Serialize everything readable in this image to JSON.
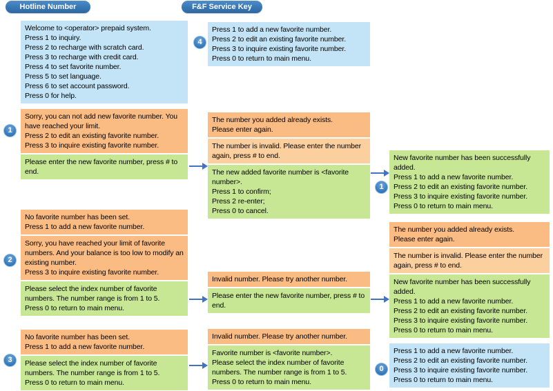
{
  "title": "F&F Service Key IVR flow diagram",
  "colors": {
    "background": "#ffffff",
    "header_bg": "#2E74B5",
    "header_text": "#ffffff",
    "blue_box": "#C3E4F6",
    "orange_box": "#FBBC83",
    "orange_box_light": "#FCCF9F",
    "green_box": "#C7E794",
    "badge": "#2E74B5",
    "arrow": "#4373C0",
    "text": "#000000"
  },
  "headers": {
    "hotline": "Hotline Number",
    "ff_service": "F&F Service Key"
  },
  "badges": {
    "left_1": "1",
    "left_2": "2",
    "left_3": "3",
    "mid_4": "4",
    "right_1": "1",
    "right_0": "0"
  },
  "boxes": {
    "welcome_menu": {
      "lines": [
        "Welcome to <operator> prepaid system.",
        "Press 1 to inquiry.",
        "Press 2 to recharge with scratch card.",
        "Press 3 to recharge with credit card.",
        "Press 4 to set favorite number.",
        "Press 5 to set language.",
        "Press 6 to set account password.",
        "Press 0 for help."
      ]
    },
    "b1_limit": {
      "lines": [
        "Sorry, you can not add new favorite number. You have reached your limit.",
        "Press 2 to edit an existing favorite number.",
        "Press 3 to inquire existing favorite number."
      ]
    },
    "b1_enter": {
      "lines": [
        "Please enter the new favorite number, press # to end."
      ]
    },
    "b2_no_favorite": {
      "lines": [
        "No favorite number has been set.",
        "Press 1 to add a new favorite number."
      ]
    },
    "b2_limit_balance": {
      "lines": [
        "Sorry, you have reached your limit of favorite numbers. And your balance is too low to modify an existing number.",
        "Press 3 to inquire existing favorite number."
      ]
    },
    "b2_select_index": {
      "lines": [
        "Please select the index number of favorite numbers. The number range is from 1 to 5.",
        "Press 0 to return to main menu."
      ]
    },
    "b3_no_favorite": {
      "lines": [
        "No favorite number has been set.",
        "Press 1 to add a new favorite number."
      ]
    },
    "b3_select_index": {
      "lines": [
        "Please select the index number of favorite numbers. The number range is from 1 to 5.",
        "Press 0 to return to main menu."
      ]
    },
    "ff_menu": {
      "lines": [
        "Press 1 to add a new favorite number.",
        "Press 2 to edit an existing favorite number.",
        "Press 3 to inquire existing favorite number.",
        "Press 0 to return to main menu."
      ]
    },
    "ff_exists": {
      "lines": [
        "The number you added already exists.",
        "Please enter again."
      ]
    },
    "ff_invalid": {
      "lines": [
        "The number is invalid. Please enter the number again, press # to end."
      ]
    },
    "ff_confirm": {
      "lines": [
        "The new added favorite number is <favorite number>.",
        "Press 1 to confirm;",
        "Press 2 re-enter;",
        "Press 0 to cancel."
      ]
    },
    "ff_invalid_try_1": {
      "lines": [
        "Invalid number. Please try another number."
      ]
    },
    "ff_enter": {
      "lines": [
        "Please enter the new favorite number, press # to end."
      ]
    },
    "ff_invalid_try_2": {
      "lines": [
        "Invalid number. Please try another number."
      ]
    },
    "ff_favorite_select": {
      "lines": [
        "Favorite number is <favorite number>.",
        "Please select the index number of favorite numbers. The number range is from 1 to 5.",
        "Press 0 to return to main menu."
      ]
    },
    "success_menu_1": {
      "lines": [
        "New favorite number has been successfully added.",
        "Press 1 to add a new favorite number.",
        "Press 2 to edit an existing favorite number.",
        "Press 3 to inquire existing favorite number.",
        "Press 0 to return to main menu."
      ]
    },
    "r_exists": {
      "lines": [
        "The number you added already exists.",
        "Please enter again."
      ]
    },
    "r_invalid": {
      "lines": [
        "The number is invalid. Please enter the number again, press # to end."
      ]
    },
    "success_menu_2": {
      "lines": [
        "New favorite number has been successfully added.",
        "Press 1 to add a new favorite number.",
        "Press 2 to edit an existing favorite number.",
        "Press 3 to inquire existing favorite number.",
        "Press 0 to return to main menu."
      ]
    },
    "return_menu": {
      "lines": [
        "Press 1 to add a new favorite number.",
        "Press 2 to edit an existing favorite number.",
        "Press 3 to inquire existing favorite number.",
        "Press 0 to return to main menu."
      ]
    }
  }
}
